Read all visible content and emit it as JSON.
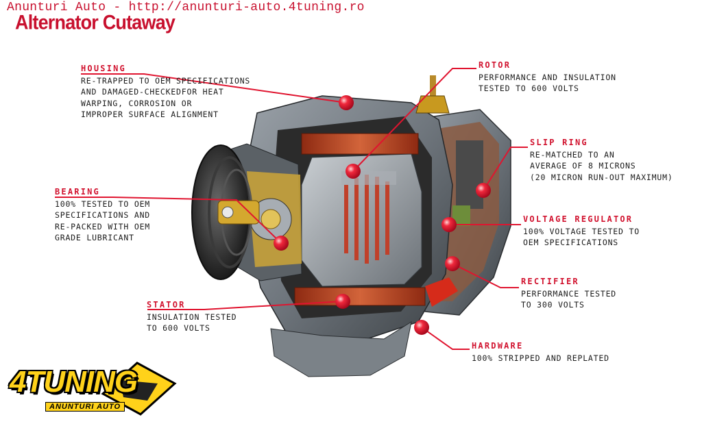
{
  "watermark": "Anunturi Auto - http://anunturi-auto.4tuning.ro",
  "title": "Alternator Cutaway",
  "callouts": {
    "housing": {
      "heading": "HOUSING",
      "lines": [
        "RE-TRAPPED TO OEM SPECIFICATIONS",
        "AND DAMAGED-CHECKEDFOR HEAT",
        "WARPING, CORROSION OR",
        "IMPROPER SURFACE ALIGNMENT"
      ]
    },
    "rotor": {
      "heading": "ROTOR",
      "lines": [
        "PERFORMANCE AND INSULATION",
        "TESTED TO 600 VOLTS"
      ]
    },
    "slip_ring": {
      "heading": "SLIP RING",
      "lines": [
        "RE-MATCHED TO AN",
        "AVERAGE OF 8 MICRONS",
        "(20 MICRON RUN-OUT MAXIMUM)"
      ]
    },
    "bearing": {
      "heading": "BEARING",
      "lines": [
        "100% TESTED TO OEM",
        "SPECIFICATIONS AND",
        "RE-PACKED WITH OEM",
        "GRADE LUBRICANT"
      ]
    },
    "voltage_regulator": {
      "heading": "VOLTAGE REGULATOR",
      "lines": [
        "100% VOLTAGE TESTED TO",
        "OEM SPECIFICATIONS"
      ]
    },
    "rectifier": {
      "heading": "RECTIFIER",
      "lines": [
        "PERFORMANCE TESTED",
        "TO 300 VOLTS"
      ]
    },
    "stator": {
      "heading": "STATOR",
      "lines": [
        "INSULATION TESTED",
        "TO 600 VOLTS"
      ]
    },
    "hardware": {
      "heading": "HARDWARE",
      "lines": [
        "100% STRIPPED AND REPLATED"
      ]
    }
  },
  "logo": {
    "brand": "4TUNING",
    "tagline": "ANUNTURI AUTO"
  },
  "colors": {
    "accent_red": "#d1122e",
    "leader_red": "#e0142f",
    "logo_yellow": "#ffd21a"
  }
}
